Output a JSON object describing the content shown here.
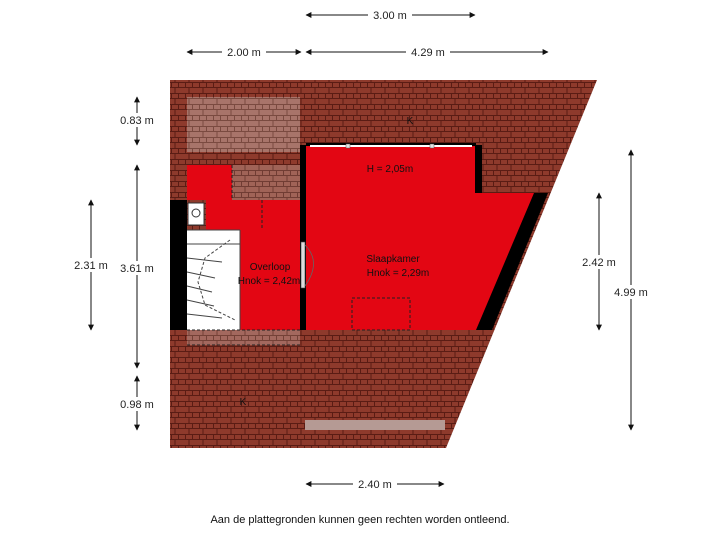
{
  "dimensions": {
    "top_upper": "3.00 m",
    "top_left": "2.00 m",
    "top_right": "4.29 m",
    "left_top": "0.83 m",
    "left_middle_a": "2.31 m",
    "left_middle_b": "3.61 m",
    "left_bottom": "0.98 m",
    "right_inner": "2.42 m",
    "right_outer": "4.99 m",
    "bottom": "2.40 m"
  },
  "rooms": {
    "top_knee": "K",
    "bedroom_ceiling": "H = 2,05m",
    "bedroom_name": "Slaapkamer",
    "bedroom_height": "Hnok = 2,29m",
    "landing_name": "Overloop",
    "landing_height": "Hnok = 2,42m",
    "bottom_knee": "K"
  },
  "colors": {
    "roof": "#8e3a2c",
    "roof_dark": "#6b2318",
    "floor_red": "#e30613",
    "wall": "#000000",
    "dormer": "#a8746a"
  },
  "footer": {
    "disclaimer": "Aan de plattegronden kunnen geen rechten worden ontleend."
  }
}
